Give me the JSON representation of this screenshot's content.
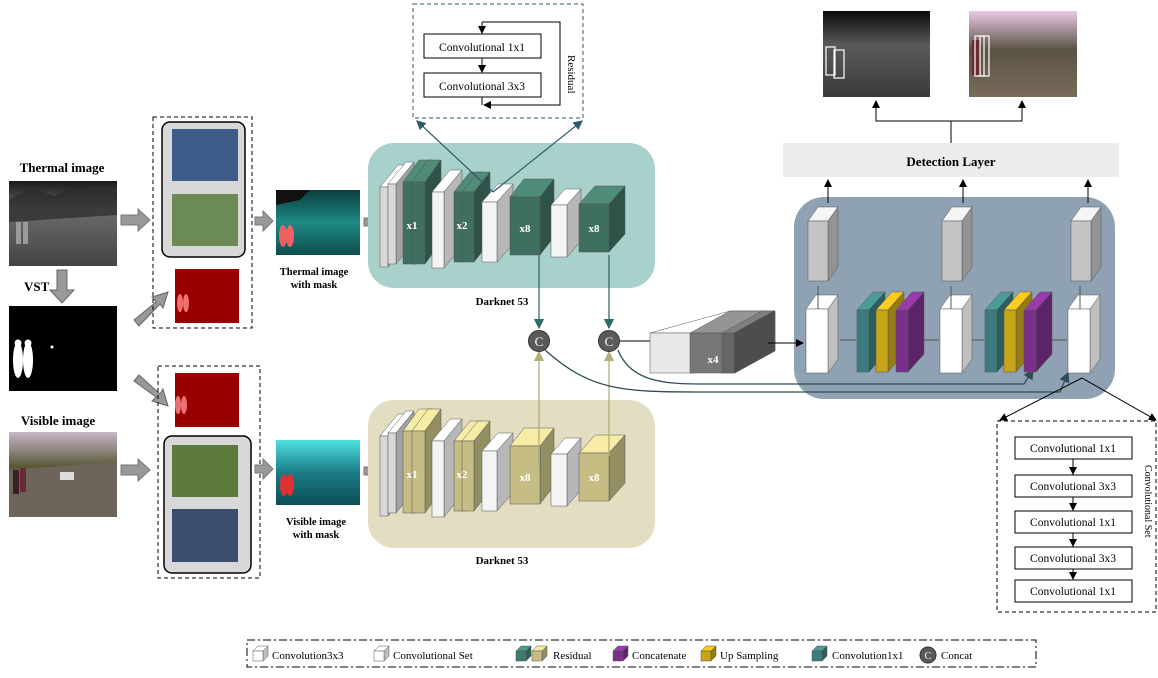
{
  "inputs": {
    "thermal_label": "Thermal image",
    "vst_label": "VST",
    "visible_label": "Visible image",
    "thermal_mask_label": [
      "Thermal image",
      "with mask"
    ],
    "visible_mask_label": [
      "Visible image",
      "with mask"
    ]
  },
  "backbones": {
    "top_label": "Darknet 53",
    "bottom_label": "Darknet 53",
    "stage_labels": [
      "x1",
      "x2",
      "x8",
      "x8"
    ],
    "neck_label": "x4",
    "concat_symbol": "C"
  },
  "residual_block": {
    "title": "Residual",
    "layers": [
      "Convolutional 1x1",
      "Convolutional 3x3"
    ]
  },
  "detection": {
    "label": "Detection Layer"
  },
  "conv_set": {
    "title": "Convolutional Set",
    "layers": [
      "Convolutional 1x1",
      "Convolutional 3x3",
      "Convolutional 1x1",
      "Convolutional 3x3",
      "Convolutional 1x1"
    ]
  },
  "legend": {
    "items": [
      "Convolution3x3",
      "Convolutional Set",
      "Residual",
      "Concatenate",
      "Up Sampling",
      "Convolution1x1",
      "Concat"
    ]
  },
  "colors": {
    "thermal_panel": "#a9d1cb",
    "visible_panel": "#e3dec2",
    "thermal_block": "#3f6f61",
    "visible_block": "#c5bd84",
    "neck_panel": "#8fa2b3",
    "teal": "#3c7c7a",
    "gold": "#c8a418",
    "purple": "#7a2e8a",
    "detection_bar": "#ececec",
    "mask_red": "#9b0000"
  }
}
